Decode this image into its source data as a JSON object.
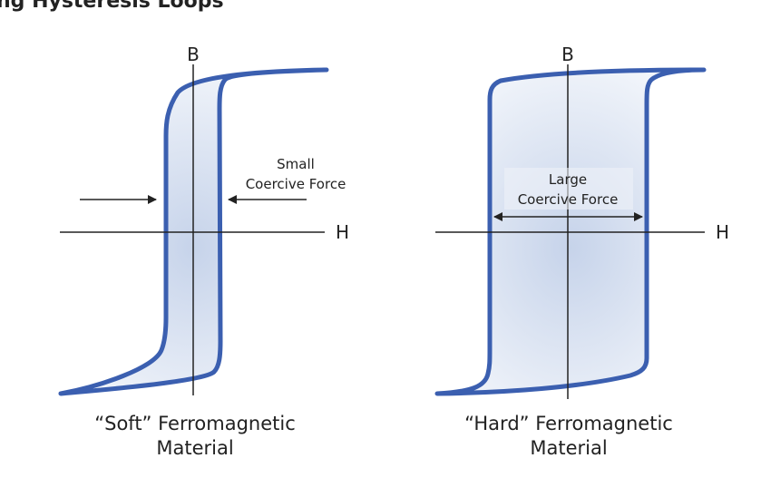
{
  "colors": {
    "loop_stroke": "#3b5fb0",
    "loop_fill_inner": "#c6d3ea",
    "loop_fill_outer": "#f3f6fb",
    "axis": "#222222",
    "text": "#222222"
  },
  "diagrams": {
    "soft": {
      "b_label": "B",
      "h_label": "H",
      "annotation": [
        "Small",
        "Coercive Force"
      ],
      "caption": [
        "“Soft” Ferromagnetic",
        "Material"
      ]
    },
    "hard": {
      "b_label": "B",
      "h_label": "H",
      "annotation": [
        "Large",
        "Coercive Force"
      ],
      "caption": [
        "“Hard” Ferromagnetic",
        "Material"
      ]
    }
  },
  "clip_text": "ng Hysteresis Loops"
}
